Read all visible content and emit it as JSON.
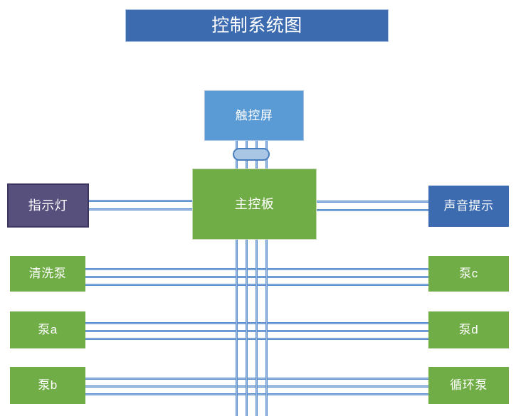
{
  "diagram": {
    "title": "控制系统图",
    "title_color": "#3C6BB0",
    "canvas_background": "#FFFFFF",
    "wire_color": "#5B8FD0",
    "nodes": {
      "title_banner": {
        "label": "控制系统图",
        "color": "#3C6BB0",
        "text_color": "#FFFFFF"
      },
      "touch_screen": {
        "label": "触控屏",
        "color": "#5B9BD5",
        "text_color": "#FFFFFF"
      },
      "main_board": {
        "label": "主控板",
        "color": "#70AD47",
        "text_color": "#FFFFFF"
      },
      "indicator_lamp": {
        "label": "指示灯",
        "color": "#57507D",
        "text_color": "#FFFFFF"
      },
      "sound_prompt": {
        "label": "声音提示",
        "color": "#3C6BB0",
        "text_color": "#FFFFFF"
      },
      "wash_pump": {
        "label": "清洗泵",
        "color": "#70AD47",
        "text_color": "#FFFFFF"
      },
      "pump_a": {
        "label": "泵a",
        "color": "#70AD47",
        "text_color": "#FFFFFF"
      },
      "pump_b": {
        "label": "泵b",
        "color": "#70AD47",
        "text_color": "#FFFFFF"
      },
      "pump_c": {
        "label": "泵c",
        "color": "#70AD47",
        "text_color": "#FFFFFF"
      },
      "pump_d": {
        "label": "泵d",
        "color": "#70AD47",
        "text_color": "#FFFFFF"
      },
      "circulation_pump": {
        "label": "循环泵",
        "color": "#70AD47",
        "text_color": "#FFFFFF"
      }
    },
    "connectors": {
      "ribbon_cable": {
        "name": "ribbon-cable-connector",
        "color": "#A9C6E4"
      }
    }
  }
}
